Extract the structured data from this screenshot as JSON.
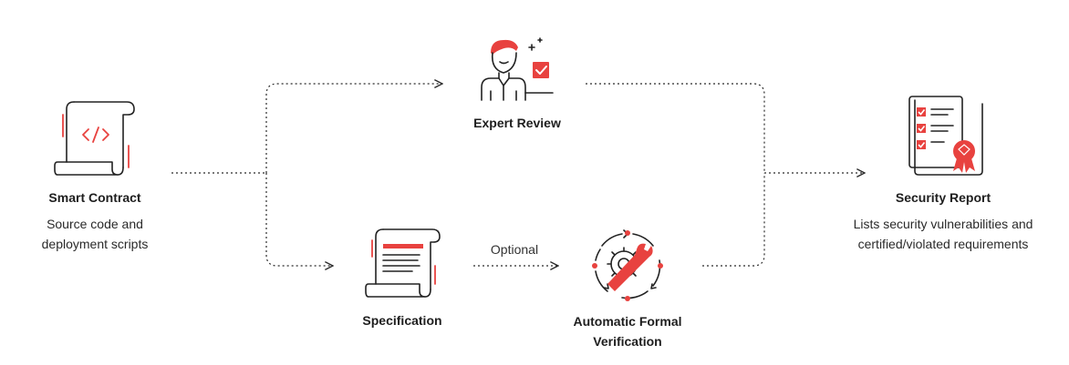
{
  "nodes": {
    "smart_contract": {
      "title": "Smart Contract",
      "desc_line1": "Source code and",
      "desc_line2": "deployment scripts",
      "icon": "code-scroll-icon"
    },
    "expert_review": {
      "title": "Expert Review",
      "icon": "expert-person-icon"
    },
    "specification": {
      "title": "Specification",
      "icon": "document-scroll-icon"
    },
    "formal_verification": {
      "title_line1": "Automatic Formal",
      "title_line2": "Verification",
      "icon": "gear-wrench-icon"
    },
    "security_report": {
      "title": "Security Report",
      "desc_line1": "Lists security vulnerabilities and",
      "desc_line2": "certified/violated requirements",
      "icon": "report-checklist-icon"
    }
  },
  "edges": {
    "optional_label": "Optional"
  },
  "colors": {
    "accent": "#e8423f",
    "ink": "#222222"
  }
}
